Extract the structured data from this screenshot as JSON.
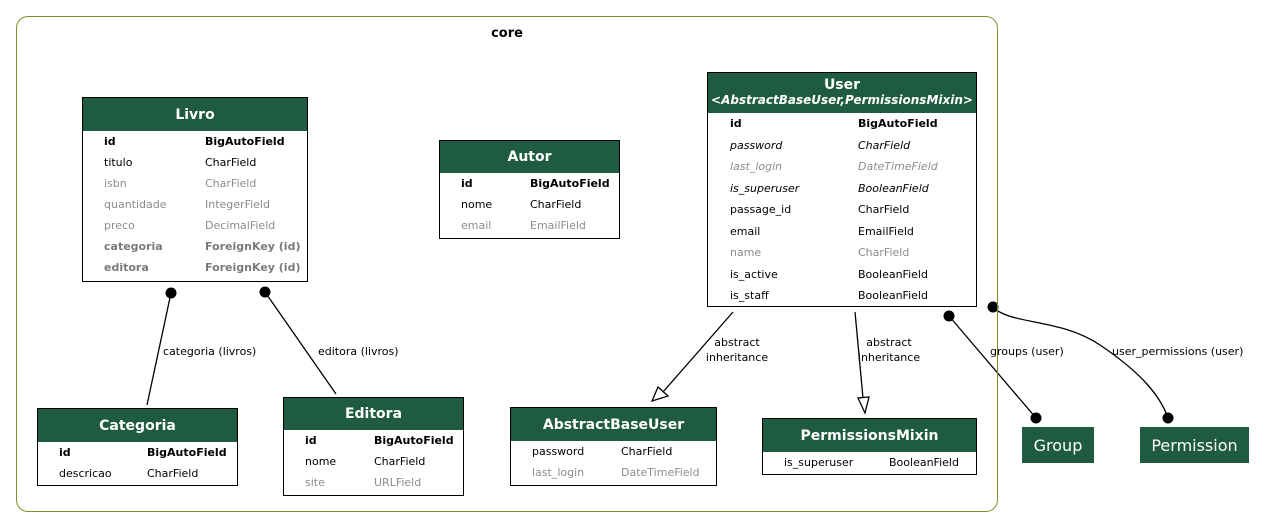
{
  "cluster": {
    "title": "core"
  },
  "tables": {
    "livro": {
      "title": "Livro",
      "fields": [
        {
          "name": "id",
          "type": "BigAutoField"
        },
        {
          "name": "titulo",
          "type": "CharField"
        },
        {
          "name": "isbn",
          "type": "CharField"
        },
        {
          "name": "quantidade",
          "type": "IntegerField"
        },
        {
          "name": "preco",
          "type": "DecimalField"
        },
        {
          "name": "categoria",
          "type": "ForeignKey (id)"
        },
        {
          "name": "editora",
          "type": "ForeignKey (id)"
        }
      ]
    },
    "autor": {
      "title": "Autor",
      "fields": [
        {
          "name": "id",
          "type": "BigAutoField"
        },
        {
          "name": "nome",
          "type": "CharField"
        },
        {
          "name": "email",
          "type": "EmailField"
        }
      ]
    },
    "user": {
      "title": "User",
      "subtitle": "<AbstractBaseUser,PermissionsMixin>",
      "fields": [
        {
          "name": "id",
          "type": "BigAutoField"
        },
        {
          "name": "password",
          "type": "CharField"
        },
        {
          "name": "last_login",
          "type": "DateTimeField"
        },
        {
          "name": "is_superuser",
          "type": "BooleanField"
        },
        {
          "name": "passage_id",
          "type": "CharField"
        },
        {
          "name": "email",
          "type": "EmailField"
        },
        {
          "name": "name",
          "type": "CharField"
        },
        {
          "name": "is_active",
          "type": "BooleanField"
        },
        {
          "name": "is_staff",
          "type": "BooleanField"
        }
      ]
    },
    "categoria": {
      "title": "Categoria",
      "fields": [
        {
          "name": "id",
          "type": "BigAutoField"
        },
        {
          "name": "descricao",
          "type": "CharField"
        }
      ]
    },
    "editora": {
      "title": "Editora",
      "fields": [
        {
          "name": "id",
          "type": "BigAutoField"
        },
        {
          "name": "nome",
          "type": "CharField"
        },
        {
          "name": "site",
          "type": "URLField"
        }
      ]
    },
    "abstract_base_user": {
      "title": "AbstractBaseUser",
      "fields": [
        {
          "name": "password",
          "type": "CharField"
        },
        {
          "name": "last_login",
          "type": "DateTimeField"
        }
      ]
    },
    "permissions_mixin": {
      "title": "PermissionsMixin",
      "fields": [
        {
          "name": "is_superuser",
          "type": "BooleanField"
        }
      ]
    }
  },
  "external": {
    "group": "Group",
    "permission": "Permission"
  },
  "edges": {
    "categoria": "categoria (livros)",
    "editora": "editora (livros)",
    "abstract_1": "abstract",
    "inheritance_1": "inheritance",
    "abstract_2": "abstract",
    "inheritance_2": "inheritance",
    "groups": "groups (user)",
    "user_permissions": "user_permissions (user)"
  },
  "colors": {
    "header": "#1e5b40",
    "cluster_border": "#7a8f2a",
    "muted": "#8c8c8c"
  }
}
